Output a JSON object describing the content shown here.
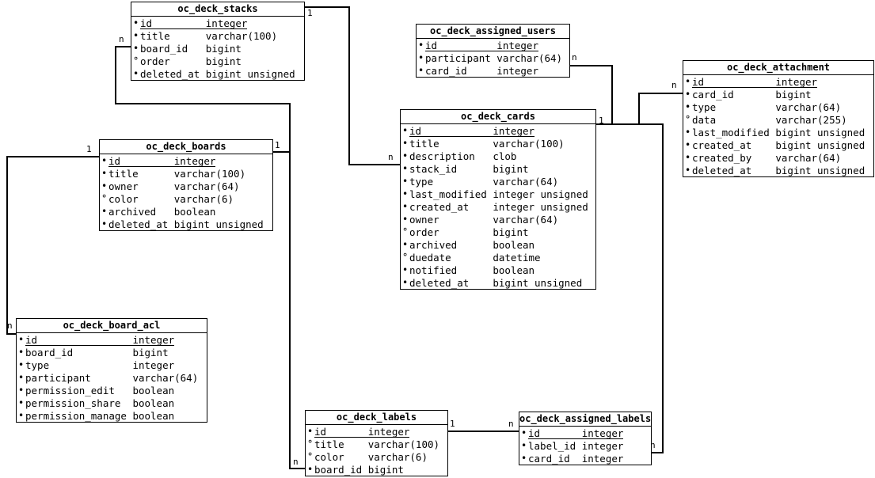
{
  "colors": {
    "background": "#ffffff",
    "foreground": "#000000",
    "line": "#000000"
  },
  "tables": [
    {
      "title": "oc_deck_stacks",
      "fields": [
        {
          "bullet": "•",
          "name": "id",
          "type": "integer",
          "pk": true
        },
        {
          "bullet": "•",
          "name": "title",
          "type": "varchar(100)"
        },
        {
          "bullet": "•",
          "name": "board_id",
          "type": "bigint"
        },
        {
          "bullet": "°",
          "name": "order",
          "type": "bigint"
        },
        {
          "bullet": "•",
          "name": "deleted_at",
          "type": "bigint unsigned"
        }
      ]
    },
    {
      "title": "oc_deck_assigned_users",
      "fields": [
        {
          "bullet": "•",
          "name": "id",
          "type": "integer",
          "pk": true
        },
        {
          "bullet": "•",
          "name": "participant",
          "type": "varchar(64)"
        },
        {
          "bullet": "•",
          "name": "card_id",
          "type": "integer"
        }
      ]
    },
    {
      "title": "oc_deck_attachment",
      "fields": [
        {
          "bullet": "•",
          "name": "id",
          "type": "integer",
          "pk": true
        },
        {
          "bullet": "•",
          "name": "card_id",
          "type": "bigint"
        },
        {
          "bullet": "•",
          "name": "type",
          "type": "varchar(64)"
        },
        {
          "bullet": "°",
          "name": "data",
          "type": "varchar(255)"
        },
        {
          "bullet": "•",
          "name": "last_modified",
          "type": "bigint unsigned"
        },
        {
          "bullet": "•",
          "name": "created_at",
          "type": "bigint unsigned"
        },
        {
          "bullet": "•",
          "name": "created_by",
          "type": "varchar(64)"
        },
        {
          "bullet": "•",
          "name": "deleted_at",
          "type": "bigint unsigned"
        }
      ]
    },
    {
      "title": "oc_deck_boards",
      "fields": [
        {
          "bullet": "•",
          "name": "id",
          "type": "integer",
          "pk": true
        },
        {
          "bullet": "•",
          "name": "title",
          "type": "varchar(100)"
        },
        {
          "bullet": "•",
          "name": "owner",
          "type": "varchar(64)"
        },
        {
          "bullet": "°",
          "name": "color",
          "type": "varchar(6)"
        },
        {
          "bullet": "•",
          "name": "archived",
          "type": "boolean"
        },
        {
          "bullet": "•",
          "name": "deleted_at",
          "type": "bigint unsigned"
        }
      ]
    },
    {
      "title": "oc_deck_cards",
      "fields": [
        {
          "bullet": "•",
          "name": "id",
          "type": "integer",
          "pk": true
        },
        {
          "bullet": "•",
          "name": "title",
          "type": "varchar(100)"
        },
        {
          "bullet": "•",
          "name": "description",
          "type": "clob"
        },
        {
          "bullet": "•",
          "name": "stack_id",
          "type": "bigint"
        },
        {
          "bullet": "•",
          "name": "type",
          "type": "varchar(64)"
        },
        {
          "bullet": "•",
          "name": "last_modified",
          "type": "integer unsigned"
        },
        {
          "bullet": "•",
          "name": "created_at",
          "type": "integer unsigned"
        },
        {
          "bullet": "•",
          "name": "owner",
          "type": "varchar(64)"
        },
        {
          "bullet": "°",
          "name": "order",
          "type": "bigint"
        },
        {
          "bullet": "•",
          "name": "archived",
          "type": "boolean"
        },
        {
          "bullet": "°",
          "name": "duedate",
          "type": "datetime"
        },
        {
          "bullet": "•",
          "name": "notified",
          "type": "boolean"
        },
        {
          "bullet": "•",
          "name": "deleted_at",
          "type": "bigint unsigned"
        }
      ]
    },
    {
      "title": "oc_deck_board_acl",
      "fields": [
        {
          "bullet": "•",
          "name": "id",
          "type": "integer",
          "pk": true
        },
        {
          "bullet": "•",
          "name": "board_id",
          "type": "bigint"
        },
        {
          "bullet": "•",
          "name": "type",
          "type": "integer"
        },
        {
          "bullet": "•",
          "name": "participant",
          "type": "varchar(64)"
        },
        {
          "bullet": "•",
          "name": "permission_edit",
          "type": "boolean"
        },
        {
          "bullet": "•",
          "name": "permission_share",
          "type": "boolean"
        },
        {
          "bullet": "•",
          "name": "permission_manage",
          "type": "boolean"
        }
      ]
    },
    {
      "title": "oc_deck_labels",
      "fields": [
        {
          "bullet": "•",
          "name": "id",
          "type": "integer",
          "pk": true
        },
        {
          "bullet": "°",
          "name": "title",
          "type": "varchar(100)"
        },
        {
          "bullet": "°",
          "name": "color",
          "type": "varchar(6)"
        },
        {
          "bullet": "•",
          "name": "board_id",
          "type": "bigint"
        }
      ]
    },
    {
      "title": "oc_deck_assigned_labels",
      "fields": [
        {
          "bullet": "•",
          "name": "id",
          "type": "integer",
          "pk": true
        },
        {
          "bullet": "•",
          "name": "label_id",
          "type": "integer"
        },
        {
          "bullet": "•",
          "name": "card_id",
          "type": "integer"
        }
      ]
    }
  ],
  "relationships": [
    {
      "from_table": "oc_deck_stacks",
      "from_card": "1",
      "to_table": "oc_deck_cards",
      "to_card": "n"
    },
    {
      "from_table": "oc_deck_boards",
      "from_card": "1",
      "to_table": "oc_deck_stacks",
      "to_card": "n"
    },
    {
      "from_table": "oc_deck_boards",
      "from_card": "1",
      "to_table": "oc_deck_board_acl",
      "to_card": "n"
    },
    {
      "from_table": "oc_deck_boards",
      "from_card": "",
      "to_table": "oc_deck_labels",
      "to_card": "n"
    },
    {
      "from_table": "oc_deck_cards",
      "from_card": "1",
      "to_table": "oc_deck_assigned_users",
      "to_card": "n"
    },
    {
      "from_table": "oc_deck_cards",
      "from_card": "",
      "to_table": "oc_deck_attachment",
      "to_card": "n"
    },
    {
      "from_table": "oc_deck_cards",
      "from_card": "",
      "to_table": "oc_deck_assigned_labels",
      "to_card": "n"
    },
    {
      "from_table": "oc_deck_labels",
      "from_card": "1",
      "to_table": "oc_deck_assigned_labels",
      "to_card": "n"
    }
  ]
}
